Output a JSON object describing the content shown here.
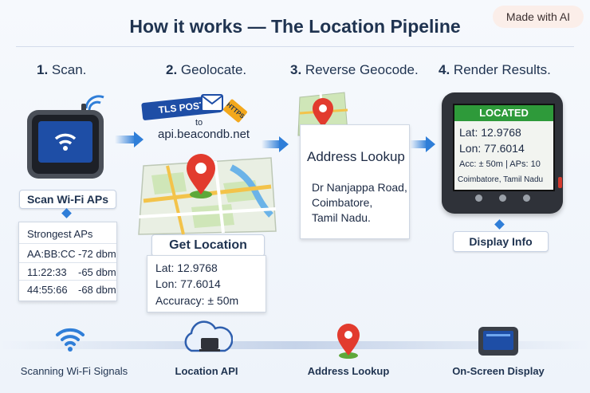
{
  "header": {
    "title": "How it works — The Location Pipeline",
    "badge": "Made with AI"
  },
  "steps": [
    {
      "num": "1.",
      "label": "Scan."
    },
    {
      "num": "2.",
      "label": "Geolocate."
    },
    {
      "num": "3.",
      "label": "Reverse Geocode."
    },
    {
      "num": "4.",
      "label": "Render Results."
    }
  ],
  "scan": {
    "pill": "Scan Wi-Fi APs",
    "list_title": "Strongest APs",
    "aps": [
      {
        "mac": "AA:BB:CC",
        "rssi": "-72 dbm"
      },
      {
        "mac": "11:22:33",
        "rssi": "-65 dbm"
      },
      {
        "mac": "44:55:66",
        "rssi": "-68 dbm"
      }
    ]
  },
  "geolocate": {
    "tls": "TLS POST",
    "to": "to",
    "host": "api.beacondb.net",
    "https": "HTTPS",
    "pill": "Get Location",
    "lat": "Lat: 12.9768",
    "lon": "Lon: 77.6014",
    "acc": "Accuracy: ± 50m"
  },
  "reverse": {
    "title": "Address Lookup",
    "line1": "Dr Nanjappa Road,",
    "line2": "Coimbatore,",
    "line3": "Tamil Nadu."
  },
  "render": {
    "status": "LOCATED",
    "lat": "Lat: 12.9768",
    "lon": "Lon: 77.6014",
    "acc": "Acc: ± 50m | APs: 10",
    "city": "Coimbatore, Tamil Nadu",
    "pill": "Display Info"
  },
  "bottom": [
    "Scanning Wi-Fi Signals",
    "Location API",
    "Address Lookup",
    "On-Screen Display"
  ],
  "colors": {
    "accent": "#2f7ed8",
    "located": "#2e9a3a",
    "pin": "#e23b2e"
  }
}
